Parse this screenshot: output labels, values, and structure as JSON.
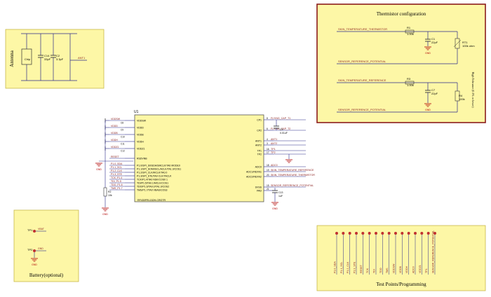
{
  "colors": {
    "block_fill": "#fdf7a6",
    "block_stroke": "#c8b84a",
    "thermistor_border": "#8b1c1c",
    "net_label": "#8a1f1f",
    "wire_blue": "#2a2a8a",
    "gnd": "#b00000",
    "ic_fill": "#fdf7a6"
  },
  "antenna": {
    "title": "Antenna",
    "chip_label": "Chip",
    "c14_ref": "C14",
    "c14_val": "33pF",
    "c2_ref": "C2",
    "c2_val": "3.3pF",
    "ant1_ref": "ANT1"
  },
  "thermistor": {
    "title": "Thermistor configuration",
    "net_skin_temp_thermistor": "SKIN_TEMPERATURE_THERMISTOR",
    "net_sensor_ref_1": "SENSOR_REFERENCE_POTENTIAL",
    "r1_ref": "R1",
    "r1_val": "1.00k",
    "c1_ref": "C1",
    "c1_val": "22pF",
    "rt1_ref": "RT1",
    "rt1_val": "100k ohm",
    "gnd1": "GND",
    "net_skin_temp_reference": "SKIN_TEMPERATURE_REFERENCE",
    "r3_ref": "R3",
    "r3_val": "1.00k",
    "c7_ref": "C7",
    "c7_val": "22pF",
    "r4_ref": "R4",
    "r4_val": "100k",
    "r4_note": "High Tolerance (0.1% or lower)",
    "gnd2": "GND",
    "net_sensor_ref_2": "SENSOR_REFERENCE_POTENTIAL"
  },
  "ic": {
    "ref": "U1",
    "part": "RF430FRL152H-CRGTR",
    "left_pins": [
      "VDDSW",
      "VDDD",
      "VDDB",
      "VDDH",
      "VDDZ1",
      "RSDVNB",
      "P1.0/SPI_S0/SDA/SMCLK/TA0 MODE0",
      "P1.1/SPI_SOMI/SCL/ACLK/TA1.0/COS1",
      "P1.2/SPI_CLK/MCLK/TA0.0",
      "P1.3/SPI_STE/TA0 CLK/TACLK",
      "TCK/P1.4/TA0 NSK/COS0 1",
      "TDI/P1.5/TA0.1/MCLK/COS1",
      "TDO/P1.6/TA0.0/TA1.0/COS2",
      "TMS/P1.7/TA0 VBAS/COS3"
    ],
    "right_pins": [
      "CP1",
      "CP2",
      "ANT1",
      "ANT2",
      "TP1",
      "TP2",
      "ADC0",
      "ADC1/REXN1",
      "ADC2/REXN2",
      "SVSS",
      "PAD"
    ],
    "left_nets": [
      "VDDSW",
      "VDDD",
      "VDDB",
      "VDDH",
      "VDDZ1",
      "RESET",
      "P1.0_SDA",
      "P1.1_SCL",
      "P1.2_CLK",
      "P1.3_STE",
      "TCK_P1.4",
      "TDI_P1.5",
      "TDO_P1.6",
      "TMS_P1.7"
    ],
    "left_caps": [
      "C8",
      "C9",
      "C10",
      "C11",
      "C12"
    ],
    "right_nets": [
      "FLYING_CAP_T1",
      "FLYING_CAP_T2",
      "ANT1",
      "ANT2",
      "TP1",
      "TP2",
      "ADC0",
      "SKIN_TEMPERATURE_REFERENCE",
      "SKIN_TEMPERATURE_THERMISTOR",
      "SENSOR_REFERENCE_POTENTIAL"
    ],
    "right_pin_nums": [
      "8",
      "6",
      "4",
      "3",
      "16",
      "17",
      "18",
      "19",
      "20",
      "15",
      "21"
    ],
    "c3_ref": "C3",
    "c3_val": "0.01uF",
    "c13_ref": "C13",
    "c13_val": "1uF",
    "r2_ref": "R2",
    "r2_val": "10k",
    "gnd": "GND"
  },
  "battery": {
    "title": "Battery(optional)",
    "tp1_ref": "TP1",
    "tp1_net": "VBAT",
    "tp2_ref": "TP2",
    "tp2_net": "GND",
    "gnd": "GND"
  },
  "test_points": {
    "title": "Test Points/Programming",
    "items": [
      "P1.0_SDA",
      "P1.1_SCL",
      "P1.2_CLK",
      "P1.3_STE",
      "RESET",
      "TCK",
      "TDI",
      "TDO",
      "TMS",
      "VDDSW",
      "VDDB",
      "VDDH",
      "ADC0",
      "VDDZ1",
      "TP1",
      "SENSOR_REFERENCE_POTENTIAL"
    ]
  }
}
